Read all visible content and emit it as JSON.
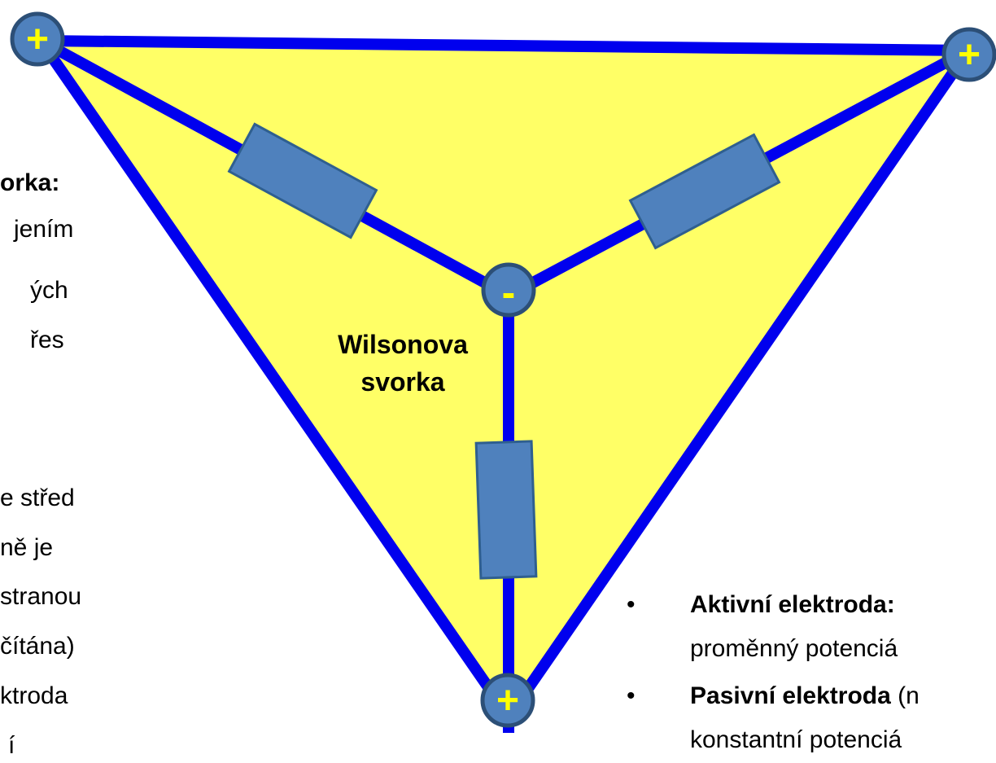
{
  "colors": {
    "triangle_fill": "#ffff66",
    "wire": "#0000ee",
    "resistor_fill": "#4f81bd",
    "resistor_stroke": "#2f5f8f",
    "node_fill": "#4f81bd",
    "node_stroke": "#2c4f77",
    "node_symbol": "#ffff00",
    "text": "#000000"
  },
  "nodes": {
    "top_left": "+",
    "top_right": "+",
    "bottom": "+",
    "center": "-"
  },
  "center_label": {
    "line1": "Wilsonova",
    "line2": "svorka"
  },
  "left_text": {
    "lines": [
      {
        "text": "orka:",
        "bold": true
      },
      {
        "text": "jením",
        "bold": false
      },
      {
        "text": "ých",
        "bold": false
      },
      {
        "text": "řes",
        "bold": false
      },
      {
        "text": "e střed",
        "bold": false
      },
      {
        "text": "ně je",
        "bold": false
      },
      {
        "text": "stranou",
        "bold": false
      },
      {
        "text": "čítána)",
        "bold": false
      },
      {
        "text": "ktroda",
        "bold": false
      },
      {
        "text": "í",
        "bold": false
      }
    ]
  },
  "bullets": {
    "marker": "•",
    "active_title": "Aktivní elektroda:",
    "active_desc": "proměnný potenciá",
    "passive_title": "Pasivní elektroda",
    "passive_suffix": " (n",
    "passive_desc": "konstantní potenciá"
  }
}
